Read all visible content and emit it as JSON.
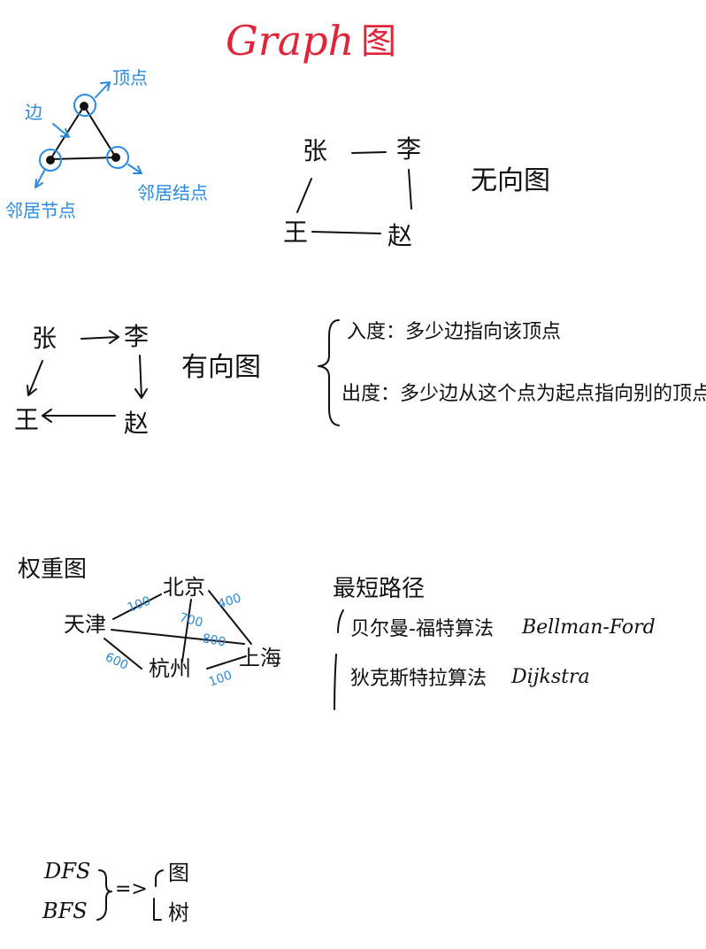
{
  "title": {
    "latin": "Graph",
    "cn": "图",
    "color": "#e0243a"
  },
  "anatomy": {
    "vertex": "顶点",
    "edge": "边",
    "neighbor_left": "邻居节点",
    "neighbor_right": "邻居结点",
    "color": "#2b8be0"
  },
  "undirected": {
    "nodes": {
      "tl": "张",
      "tr": "李",
      "bl": "王",
      "br": "赵"
    },
    "label": "无向图"
  },
  "directed": {
    "nodes": {
      "tl": "张",
      "tr": "李",
      "bl": "王",
      "br": "赵"
    },
    "label": "有向图",
    "in_degree": "入度：多少边指向该顶点",
    "out_degree": "出度：多少边从这个点为起点指向别的顶点"
  },
  "weighted": {
    "label": "权重图",
    "cities": {
      "beijing": "北京",
      "tianjin": "天津",
      "hangzhou": "杭州",
      "shanghai": "上海"
    },
    "weights": {
      "tj_bj": "100",
      "bj_sh": "400",
      "bj_hz": "700",
      "tj_sh": "800",
      "tj_hz": "600",
      "hz_sh": "100"
    }
  },
  "shortest_path": {
    "heading": "最短路径",
    "algo1_cn": "贝尔曼-福特算法",
    "algo1_en": "Bellman-Ford",
    "algo2_cn": "狄克斯特拉算法",
    "algo2_en": "Dijkstra"
  },
  "traversal": {
    "dfs": "DFS",
    "bfs": "BFS",
    "arrow": "=>",
    "graph": "图",
    "tree": "树"
  }
}
